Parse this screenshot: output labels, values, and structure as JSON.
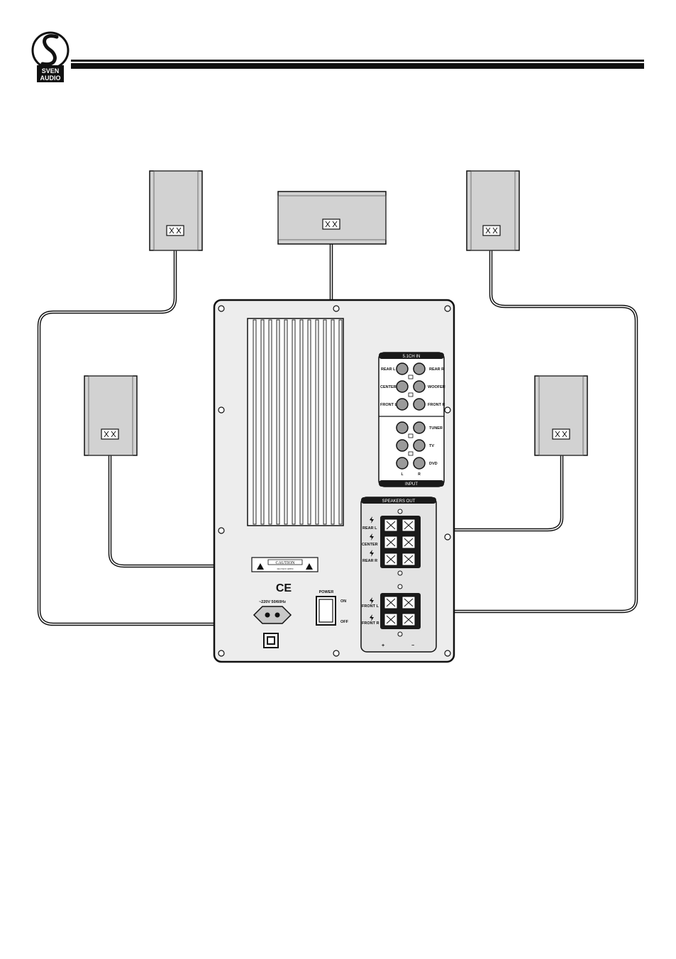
{
  "header": {
    "logo_text_line1": "SVEN",
    "logo_text_line2": "AUDIO"
  },
  "input_panel": {
    "top_header": "5.1CH IN",
    "bottom_header": "INPUT",
    "rows_51": [
      "REAR L",
      "REAR R",
      "CENTER",
      "WOOFER",
      "FRONT L",
      "FRONT R"
    ],
    "sources": [
      "TUNER",
      "TV",
      "DVD"
    ],
    "channel_letters": [
      "L",
      "R"
    ]
  },
  "speakers_out": {
    "header": "SPEAKERS OUT",
    "terminals": [
      "REAR L",
      "CENTER",
      "REAR R",
      "FRONT L",
      "FRONT R"
    ],
    "polarity": [
      "+",
      "−"
    ]
  },
  "power": {
    "title": "POWER",
    "on": "ON",
    "off": "OFF",
    "mains": "~220V 50/60Hz"
  },
  "marks": {
    "ce": "CE",
    "caution": "CAUTION",
    "caution_sub": "DO NOT OPEN"
  },
  "colors": {
    "line": "#111111",
    "speaker_fill": "#d2d2d2",
    "panel_fill": "#ededed",
    "dark_band": "#1a1a1a"
  }
}
